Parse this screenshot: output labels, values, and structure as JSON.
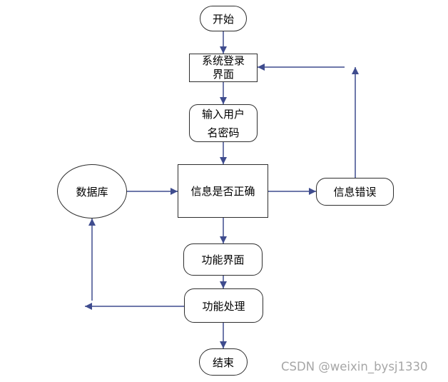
{
  "nodes": {
    "start": "开始",
    "login": [
      "系统登录",
      "界面"
    ],
    "input": [
      "输入用户",
      "名密码"
    ],
    "check": "信息是否正确",
    "database": "数据库",
    "error": "信息错误",
    "function_ui": "功能界面",
    "function_proc": "功能处理",
    "end": "结束"
  },
  "watermark": "CSDN @weixin_bysj1330",
  "colors": {
    "arrow": "#3f4c8e",
    "border": "#2e2e2e",
    "text": "#000000",
    "watermark": "#a6a6a6"
  }
}
